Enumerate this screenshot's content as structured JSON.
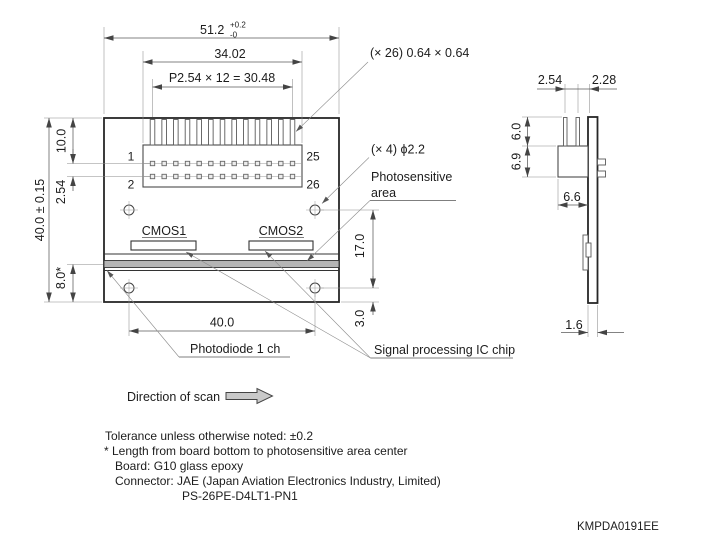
{
  "front_view": {
    "pin_columns": 13,
    "dims": {
      "board_width": "51.2",
      "board_width_tol_plus": "+0.2",
      "board_width_tol_minus": "-0",
      "connector_width": "34.02",
      "pin_pitch_row": "P2.54 × 12 = 30.48",
      "board_height": "40.0 ± 0.15",
      "top_to_pin_row1": "10.0",
      "pin_row_gap": "2.54",
      "strip_to_bottom": "8.0*",
      "hole_span": "40.0",
      "hole_vertical_span": "17.0",
      "hole_to_bottom": "3.0"
    },
    "pin_numbers": {
      "first_top": "1",
      "first_bottom": "2",
      "last_top": "25",
      "last_bottom": "26"
    },
    "chips": [
      "CMOS1",
      "CMOS2"
    ]
  },
  "side_view": {
    "dims": {
      "pin_pitch": "2.54",
      "pin_to_edge": "2.28",
      "pin_length": "6.0",
      "connector_height": "6.9",
      "connector_depth": "6.6",
      "board_thickness": "1.6"
    }
  },
  "callouts": {
    "pads": "(× 26) 0.64 × 0.64",
    "holes": "(× 4) ϕ2.2",
    "photosensitive_line1": "Photosensitive",
    "photosensitive_line2": "area",
    "photodiode": "Photodiode 1 ch",
    "signal_ic": "Signal processing IC chip"
  },
  "scan": {
    "label": "Direction of scan"
  },
  "notes": [
    "Tolerance unless otherwise noted: ±0.2",
    "* Length from board bottom to photosensitive area center",
    "Board: G10 glass epoxy",
    "Connector: JAE (Japan Aviation Electronics Industry, Limited)",
    "PS-26PE-D4LT1-PN1"
  ],
  "doc_number": "KMPDA0191EE"
}
